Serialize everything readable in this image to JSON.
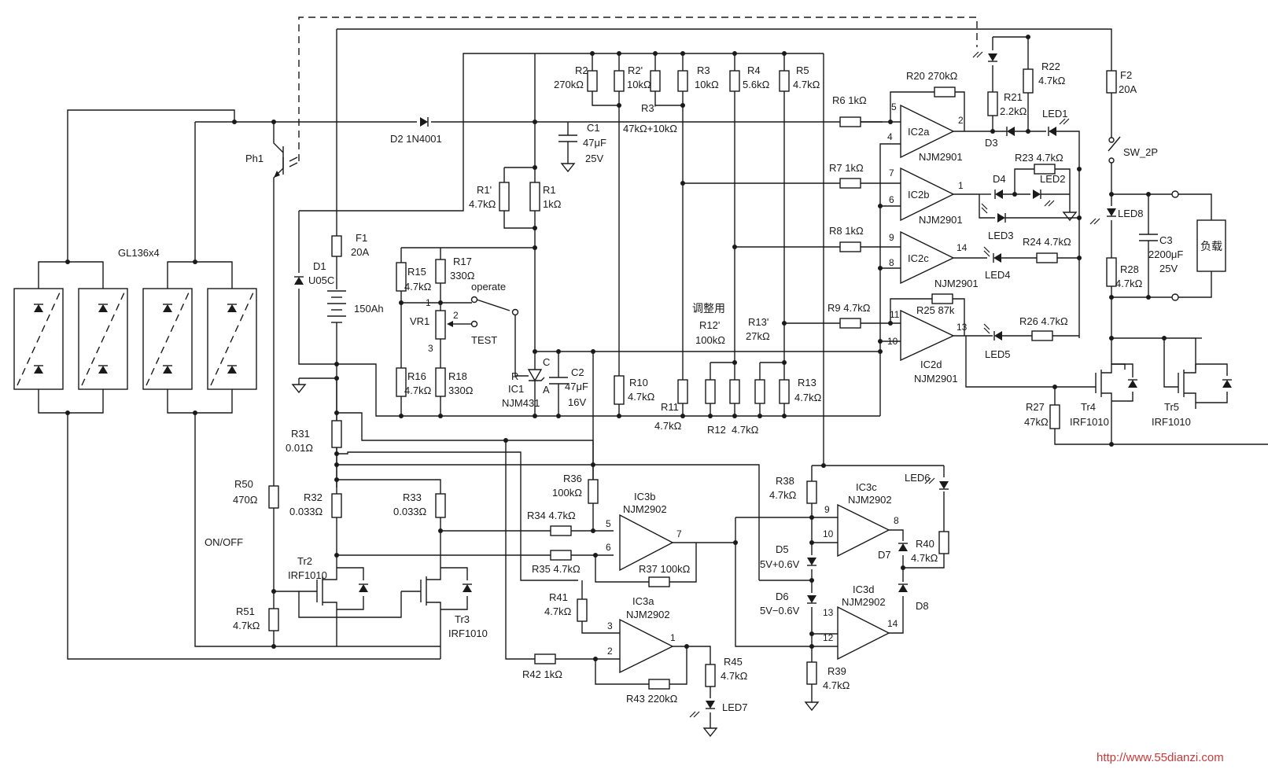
{
  "labels": {
    "gl": "GL136x4",
    "ph1": "Ph1",
    "d2": "D2  1N4001",
    "c1a": "C1",
    "c1b": "47μF",
    "c1c": "25V",
    "r2a": "R2",
    "r2b": "270kΩ",
    "r2pa": "R2'",
    "r2pb": "10kΩ",
    "r3pa": "R3'",
    "r3pb": "47kΩ+10kΩ",
    "r3a": "R3",
    "r3b": "10kΩ",
    "r4a": "R4",
    "r4b": "5.6kΩ",
    "r5a": "R5",
    "r5b": "4.7kΩ",
    "r1pa": "R1'",
    "r1pb": "4.7kΩ",
    "r1a": "R1",
    "r1b": "1kΩ",
    "d1a": "D1",
    "d1b": "U05C",
    "f1a": "F1",
    "f1b": "20A",
    "bat": "150Ah",
    "r15a": "R15",
    "r15b": "4.7kΩ",
    "r17a": "R17",
    "r17b": "330Ω",
    "operate": "operate",
    "test": "TEST",
    "vr1": "VR1",
    "p1": "1",
    "p2": "2",
    "p3": "3",
    "r16a": "R16",
    "r16b": "4.7kΩ",
    "r18a": "R18",
    "r18b": "330Ω",
    "ic1a": "IC1",
    "ic1b": "NJM431",
    "ic1r": "R",
    "ic1c": "C",
    "ic1an": "A",
    "c2a": "C2",
    "c2b": "47μF",
    "c2c": "16V",
    "r10a": "R10",
    "r10b": "4.7kΩ",
    "adj": "调整用",
    "r12pa": "R12'",
    "r12pb": "100kΩ",
    "r13pa": "R13'",
    "r13pb": "27kΩ",
    "r11a": "R11",
    "r11b": "4.7kΩ",
    "r12a": "R12",
    "r12b": "4.7kΩ",
    "r13a": "R13",
    "r13b": "4.7kΩ",
    "r6": "R6  1kΩ",
    "r7": "R7  1kΩ",
    "r8": "R8  1kΩ",
    "r9": "R9  4.7kΩ",
    "r20": "R20  270kΩ",
    "ic2a": "IC2a",
    "ic2b": "IC2b",
    "ic2c": "IC2c",
    "ic2d": "IC2d",
    "njm2901": "NJM2901",
    "r25": "R25  87k",
    "r21a": "R21",
    "r21b": "2.2kΩ",
    "r22a": "R22",
    "r22b": "4.7kΩ",
    "d3": "D3",
    "led1": "LED1",
    "r23": "R23  4.7kΩ",
    "d4": "D4",
    "led2": "LED2",
    "led3": "LED3",
    "led4": "LED4",
    "led5": "LED5",
    "r24": "R24  4.7kΩ",
    "r26": "R26  4.7kΩ",
    "f2a": "F2",
    "f2b": "20A",
    "sw": "SW_2P",
    "led8": "LED8",
    "c3a": "C3",
    "c3b": "2200μF",
    "c3c": "25V",
    "r28a": "R28",
    "r28b": "4.7kΩ",
    "load": "负载",
    "r27a": "R27",
    "r27b": "47kΩ",
    "tr4a": "Tr4",
    "tr4b": "IRF1010",
    "tr5a": "Tr5",
    "tr5b": "IRF1010",
    "r31a": "R31",
    "r31b": "0.01Ω",
    "r50a": "R50",
    "r50b": "470Ω",
    "r32a": "R32",
    "r32b": "0.033Ω",
    "r33a": "R33",
    "r33b": "0.033Ω",
    "onoff": "ON/OFF",
    "tr2a": "Tr2",
    "tr2b": "IRF1010",
    "tr3a": "Tr3",
    "tr3b": "IRF1010",
    "r51a": "R51",
    "r51b": "4.7kΩ",
    "r36a": "R36",
    "r36b": "100kΩ",
    "r34": "R34  4.7kΩ",
    "r35": "R35  4.7kΩ",
    "ic3b": "IC3b",
    "ic3a": "IC3a",
    "ic3c": "IC3c",
    "ic3d": "IC3d",
    "njm2902": "NJM2902",
    "r37": "R37  100kΩ",
    "r41a": "R41",
    "r41b": "4.7kΩ",
    "r42": "R42  1kΩ",
    "r43": "R43  220kΩ",
    "r45a": "R45",
    "r45b": "4.7kΩ",
    "led7": "LED7",
    "r38a": "R38",
    "r38b": "4.7kΩ",
    "d5a": "D5",
    "d5b": "5V+0.6V",
    "d6a": "D6",
    "d6b": "5V−0.6V",
    "d7": "D7",
    "d8": "D8",
    "r40a": "R40",
    "r40b": "4.7kΩ",
    "led6": "LED6",
    "r39a": "R39",
    "r39b": "4.7kΩ",
    "watermark": "http://www.55dianzi.com"
  }
}
